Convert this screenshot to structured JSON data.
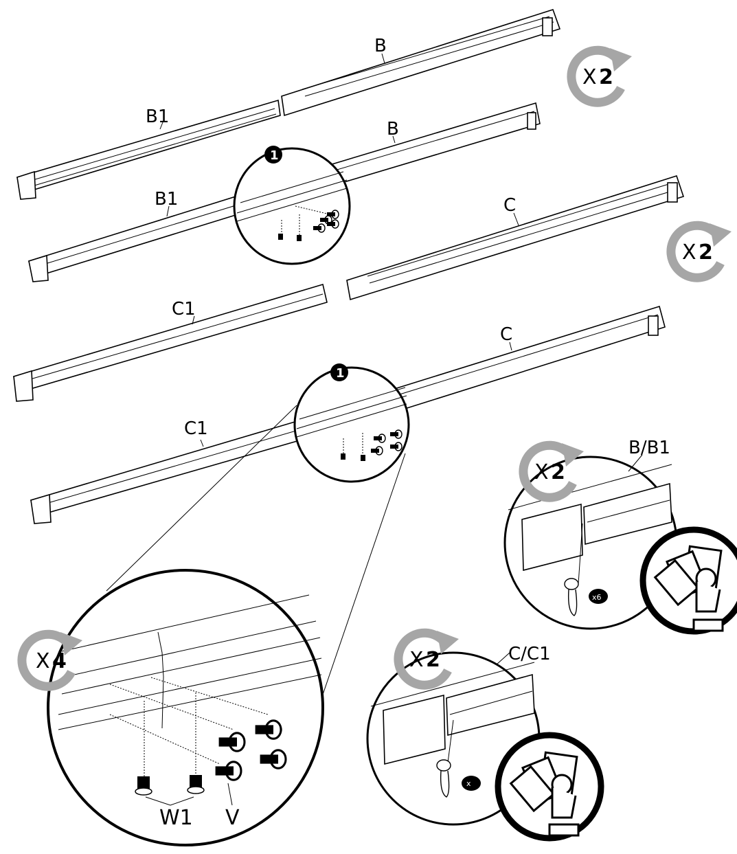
{
  "labels": {
    "b_top": "B",
    "b1_top": "B1",
    "b_mid": "B",
    "b1_mid": "B1",
    "c_top": "C",
    "c1_top": "C1",
    "c_mid": "C",
    "c1_mid": "C1",
    "bb1": "B/B1",
    "cc1": "C/C1",
    "w1": "W1",
    "v": "V"
  },
  "steps": {
    "badge1": "1",
    "badge2": "1"
  },
  "multipliers": {
    "rot_b": {
      "x": "X",
      "n": "2"
    },
    "rot_c": {
      "x": "X",
      "n": "2"
    },
    "rot_detail": {
      "x": "X",
      "n": "4"
    },
    "rot_bb1": {
      "x": "X",
      "n": "2"
    },
    "rot_cc1": {
      "x": "X",
      "n": "2"
    }
  },
  "small_counts": {
    "bb1_count": "x6",
    "cc1_count": "x"
  },
  "colors": {
    "ink": "#000000",
    "arrow_gray": "#a6a6a6",
    "paper": "#ffffff"
  },
  "icons": {
    "rotate": "rotate-arrow-icon",
    "hand": "hand-with-cash-icon"
  }
}
